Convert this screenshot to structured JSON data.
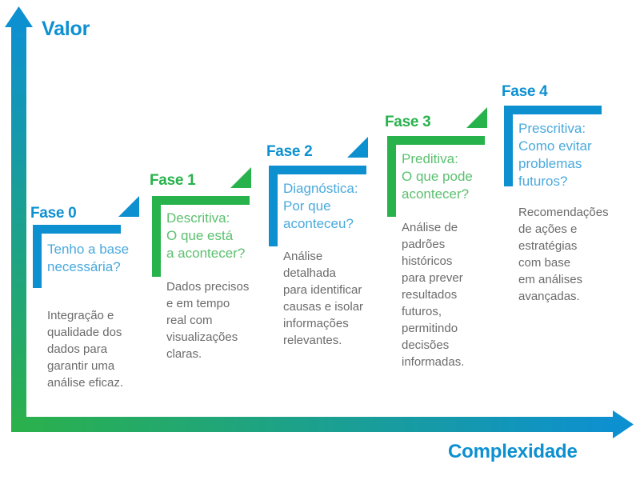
{
  "colors": {
    "blue": "#0d90d0",
    "blue_light": "#4aa9dd",
    "green": "#28b24c",
    "green_light": "#5cc06f",
    "body_text": "#6b6b6b",
    "axis_gradient_start": "#2bb14a",
    "axis_gradient_end": "#0d90d0"
  },
  "axes": {
    "y_label": "Valor",
    "x_label": "Complexidade"
  },
  "phases": [
    {
      "id": "fase-0",
      "title": "Fase 0",
      "accent": "blue",
      "question": "Tenho a base\nnecessária?",
      "description": "Integração e\nqualidade dos\ndados para\n garantir uma\nanálise eficaz."
    },
    {
      "id": "fase-1",
      "title": "Fase 1",
      "accent": "green",
      "question": "Descritiva:\nO que está\na acontecer?",
      "description": "Dados precisos\ne em tempo\nreal com\nvisualizações\nclaras."
    },
    {
      "id": "fase-2",
      "title": "Fase 2",
      "accent": "blue",
      "question": "Diagnóstica:\nPor que\naconteceu?",
      "description": "Análise\ndetalhada\npara identificar\ncausas e isolar\ninformações\nrelevantes."
    },
    {
      "id": "fase-3",
      "title": "Fase 3",
      "accent": "green",
      "question": "Preditiva:\nO que pode\nacontecer?",
      "description": "Análise de\npadrões\nhistóricos\npara prever\nresultados\nfuturos,\npermitindo\ndecisões\ninformadas."
    },
    {
      "id": "fase-4",
      "title": "Fase 4",
      "accent": "blue",
      "question": "Prescritiva:\nComo evitar\nproblemas\nfuturos?",
      "description": "Recomendações\nde ações e\nestratégias\ncom base\nem análises\navançadas."
    }
  ]
}
